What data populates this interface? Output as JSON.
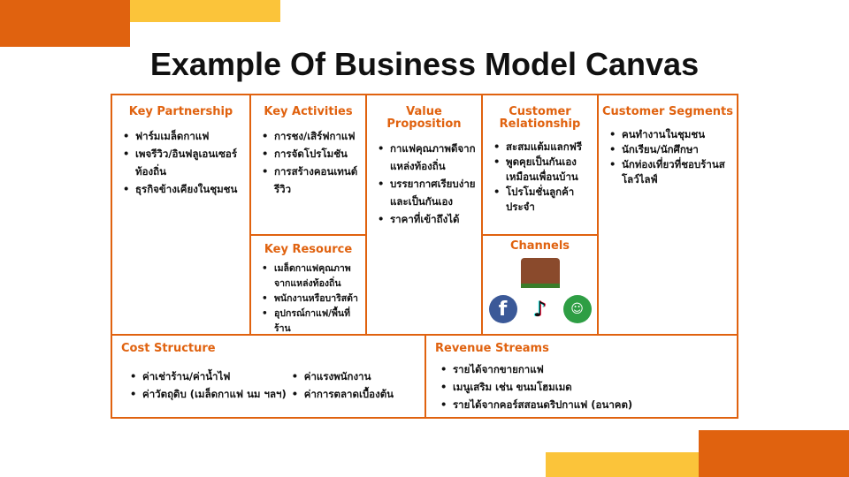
{
  "title": "Example Of Business Model Canvas",
  "colors": {
    "accent": "#E0620F",
    "yellow": "#FBC43A"
  },
  "key_partnership": {
    "heading": "Key Partnership",
    "items": [
      "ฟาร์มเมล็ดกาแฟ",
      "เพจรีวิว/อินฟลูเอนเซอร์ท้องถิ่น",
      "ธุรกิจข้างเคียงในชุมชน"
    ]
  },
  "key_activities": {
    "heading": "Key Activities",
    "items": [
      "การชง/เสิร์ฟกาแฟ",
      "การจัดโปรโมชัน",
      "การสร้างคอนเทนต์รีวิว"
    ]
  },
  "key_resource": {
    "heading": "Key Resource",
    "items": [
      "เมล็ดกาแฟคุณภาพจากแหล่งท้องถิ่น",
      "พนักงานหรือบาริสต้า",
      "อุปกรณ์กาแฟ/พื้นที่ร้าน"
    ]
  },
  "value_proposition": {
    "heading": "Value Proposition",
    "items": [
      "กาแฟคุณภาพดีจากแหล่งท้องถิ่น",
      "บรรยากาศเรียบง่ายและเป็นกันเอง",
      "ราคาที่เข้าถึงได้"
    ]
  },
  "customer_relationship": {
    "heading": "Customer Relationship",
    "items": [
      "สะสมแต้มแลกฟรี",
      "พูดคุยเป็นกันเองเหมือนเพื่อนบ้าน",
      "โปรโมชั่นลูกค้าประจำ"
    ]
  },
  "channels": {
    "heading": "Channels",
    "icons": [
      "coffee-shop-icon",
      "facebook-icon",
      "tiktok-icon",
      "delivery-rider-icon"
    ]
  },
  "customer_segments": {
    "heading": "Customer Segments",
    "items": [
      "คนทำงานในชุมชน",
      "นักเรียน/นักศึกษา",
      "นักท่องเที่ยวที่ชอบร้านสโลว์ไลฟ์"
    ]
  },
  "cost_structure": {
    "heading": "Cost Structure",
    "items": [
      "ค่าเช่าร้าน/ค่าน้ำไฟ",
      "ค่าวัตถุดิบ (เมล็ดกาแฟ นม ฯลฯ)",
      "ค่าแรงพนักงาน",
      "ค่าการตลาดเบื้องต้น"
    ]
  },
  "revenue_streams": {
    "heading": "Revenue Streams",
    "items": [
      "รายได้จากขายกาแฟ",
      "เมนูเสริม เช่น ขนมโฮมเมด",
      "รายได้จากคอร์สสอนดริปกาแฟ (อนาคต)"
    ]
  }
}
